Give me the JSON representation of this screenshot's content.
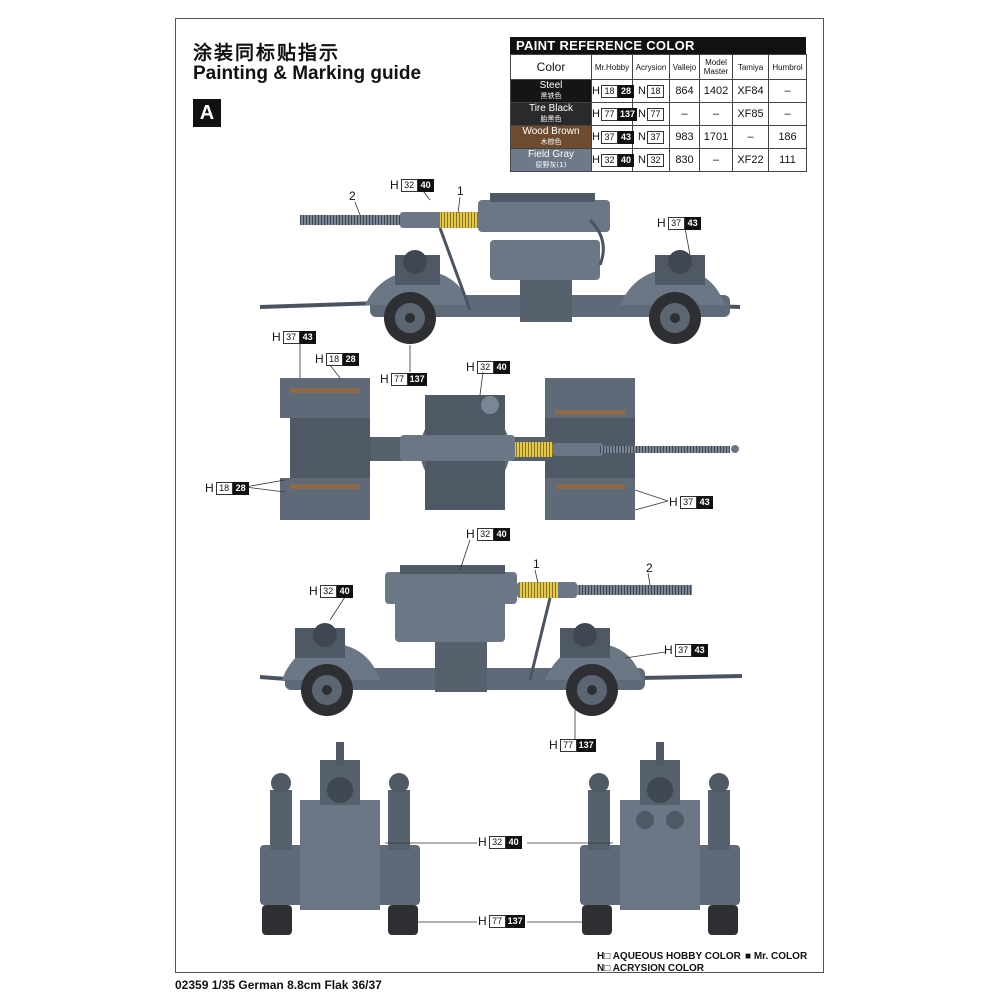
{
  "header": {
    "title_cn": "涂装同标贴指示",
    "title_en": "Painting & Marking guide",
    "section_badge": "A"
  },
  "paint_reference": {
    "title": "PAINT  REFERENCE COLOR",
    "columns": [
      "Color",
      "Mr.Hobby",
      "Acrysion",
      "Vallejo",
      "Model Master",
      "Tamiya",
      "Humbrol"
    ],
    "rows": [
      {
        "name": "Steel",
        "name_cn": "黑铁色",
        "swatch": "#1a1a1a",
        "h_letter": "H",
        "h1": "18",
        "h2": "28",
        "n_letter": "N",
        "n": "18",
        "vallejo": "864",
        "model_master": "1402",
        "tamiya": "XF84",
        "humbrol": "–"
      },
      {
        "name": "Tire Black",
        "name_cn": "胎黑色",
        "swatch": "#2b2b2b",
        "h_letter": "H",
        "h1": "77",
        "h2": "137",
        "n_letter": "N",
        "n": "77",
        "vallejo": "–",
        "model_master": "–",
        "tamiya": "XF85",
        "humbrol": "–"
      },
      {
        "name": "Wood Brown",
        "name_cn": "木棕色",
        "swatch": "#6e4b2e",
        "h_letter": "H",
        "h1": "37",
        "h2": "43",
        "n_letter": "N",
        "n": "37",
        "vallejo": "983",
        "model_master": "1701",
        "tamiya": "–",
        "humbrol": "186"
      },
      {
        "name": "Field Gray",
        "name_cn": "原野灰(1)",
        "swatch": "#6e7a8a",
        "h_letter": "H",
        "h1": "32",
        "h2": "40",
        "n_letter": "N",
        "n": "32",
        "vallejo": "830",
        "model_master": "–",
        "tamiya": "XF22",
        "humbrol": "111"
      }
    ]
  },
  "callouts": {
    "wood": {
      "l": "H",
      "a": "37",
      "b": "43"
    },
    "steel": {
      "l": "H",
      "a": "18",
      "b": "28"
    },
    "tire": {
      "l": "H",
      "a": "77",
      "b": "137"
    },
    "gray": {
      "l": "H",
      "a": "32",
      "b": "40"
    },
    "part_1": "1",
    "part_2": "2"
  },
  "legend": {
    "h_line": "H",
    "h_text": "AQUEOUS HOBBY COLOR",
    "n_line": "N",
    "n_text": "ACRYSION COLOR",
    "mr_text": "Mr. COLOR"
  },
  "footer": "02359 1/35 German 8.8cm Flak 36/37",
  "colors": {
    "gun_gray": "#6b7785",
    "dark_gray": "#4a5360",
    "wood": "#8a6a4a",
    "brass": "#e3c84a",
    "tire": "#2d2f33"
  }
}
